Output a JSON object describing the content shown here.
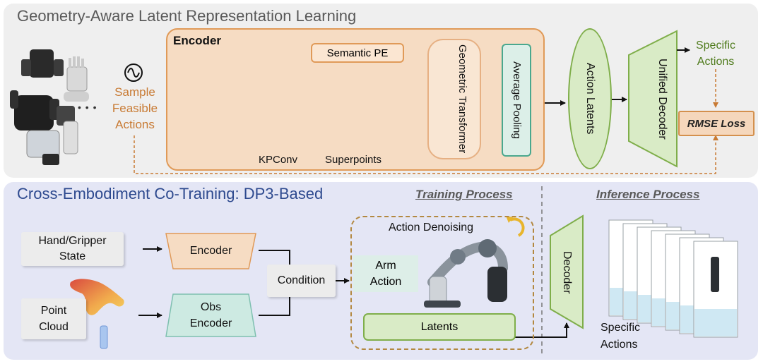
{
  "top_section": {
    "title": "Geometry-Aware Latent Representation Learning",
    "sample_label": "Sample\nFeasible\nActions",
    "dots": "• • •",
    "encoder_title": "Encoder",
    "kpconv_label": "KPConv",
    "superpoints_label": "Superpoints",
    "semantic_pe_label": "Semantic PE",
    "geometric_transformer_label": "Geometric Transformer",
    "average_pooling_label": "Average Pooling",
    "action_latents_label": "Action Latents",
    "unified_decoder_label": "Unified Decoder",
    "specific_actions_label": "Specific\nActions",
    "rmse_loss_label": "RMSE Loss"
  },
  "bottom_section": {
    "title": "Cross-Embodiment Co-Training: DP3-Based",
    "training_process_label": "Training Process",
    "inference_process_label": "Inference Process",
    "hand_gripper_state_label": "Hand/Gripper\nState",
    "point_cloud_label": "Point\nCloud",
    "encoder_label": "Encoder",
    "obs_encoder_label": "Obs\nEncoder",
    "condition_label": "Condition",
    "action_denoising_label": "Action Denoising",
    "arm_action_label": "Arm\nAction",
    "latents_label": "Latents",
    "decoder_label": "Decoder",
    "specific_actions_label": "Specific\nActions"
  },
  "colors": {
    "top_panel": "#efefef",
    "bottom_panel": "#e4e6f5",
    "encoder_fill": "#f6dcc3",
    "encoder_border": "#e09a58",
    "latent_green_fill": "#d9ebc6",
    "latent_green_border": "#7fae4a",
    "pooling_fill": "#dcefe8",
    "pooling_border": "#4aa88e",
    "orange_text": "#c87a33",
    "green_text": "#4f7b1c",
    "bottom_title": "#2e4a8f"
  },
  "icons": [
    "robot-hands-image",
    "sample-wave-icon",
    "hand-point-cloud",
    "kpconv-layers-icon",
    "superpoints-cloud",
    "refresh-cycle-icon",
    "robot-arm-image",
    "obs-point-cloud",
    "inference-frames-image"
  ]
}
